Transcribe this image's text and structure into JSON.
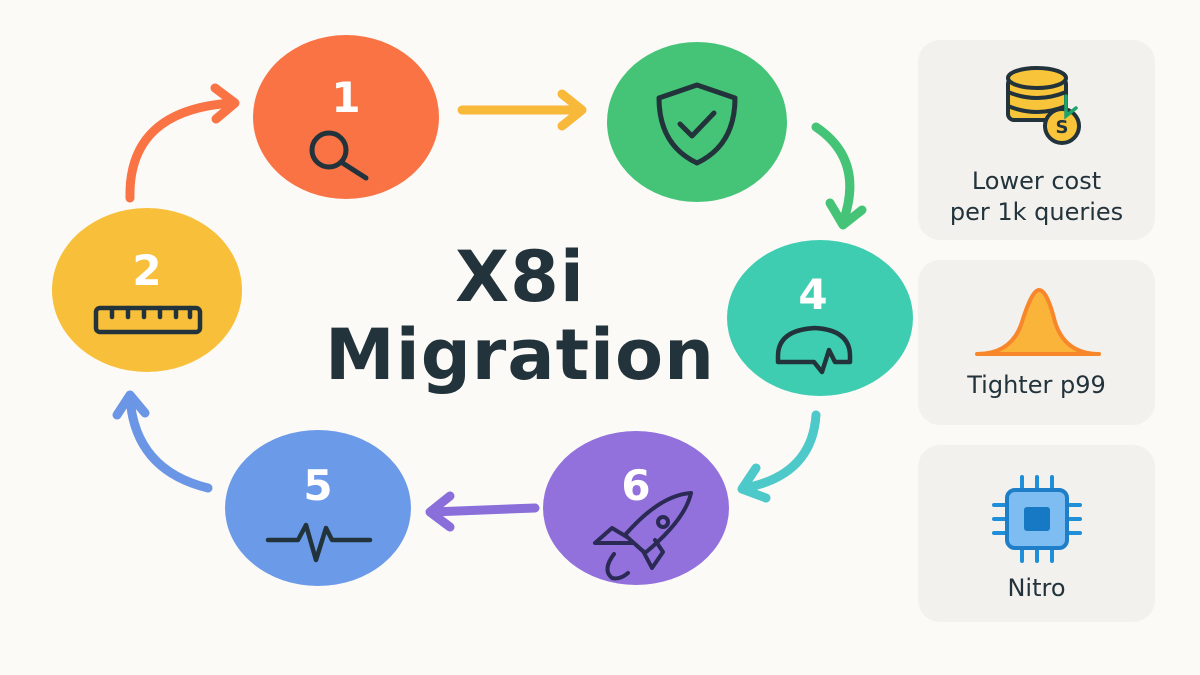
{
  "title": {
    "line1": "X8i",
    "line2": "Migration"
  },
  "steps": [
    {
      "number": "1",
      "icon": "magnifier-icon",
      "color": "#F97345"
    },
    {
      "number": "2",
      "icon": "ruler-icon",
      "color": "#F8BF3A"
    },
    {
      "number": "",
      "icon": "shield-check-icon",
      "color": "#45C477"
    },
    {
      "number": "4",
      "icon": "pulse-cap-icon",
      "color": "#3ECDB0"
    },
    {
      "number": "5",
      "icon": "heartbeat-icon",
      "color": "#6B9BE8"
    },
    {
      "number": "6",
      "icon": "rocket-icon",
      "color": "#9271DC"
    }
  ],
  "benefits": [
    {
      "line1": "Lower cost",
      "line2": "per 1k queries",
      "icon": "coins-database-icon"
    },
    {
      "line1": "Tighter p99",
      "icon": "bell-curve-icon"
    },
    {
      "line1": "Nitro",
      "icon": "chip-icon"
    }
  ]
}
